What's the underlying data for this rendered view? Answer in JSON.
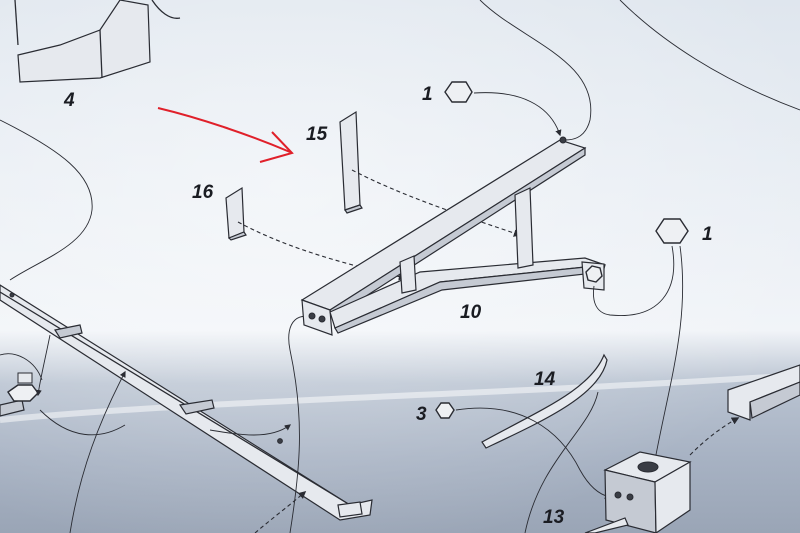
{
  "diagram": {
    "labels": {
      "part_4": "4",
      "part_1_top": "1",
      "part_15": "15",
      "part_16": "16",
      "part_1_right": "1",
      "part_10": "10",
      "part_14": "14",
      "part_3": "3",
      "part_13": "13"
    },
    "colors": {
      "paper_light": "#eef1f6",
      "paper_shadow": "#9aa6b8",
      "ink": "#2a2c33",
      "annotation_arrow": "#e0202a"
    }
  }
}
